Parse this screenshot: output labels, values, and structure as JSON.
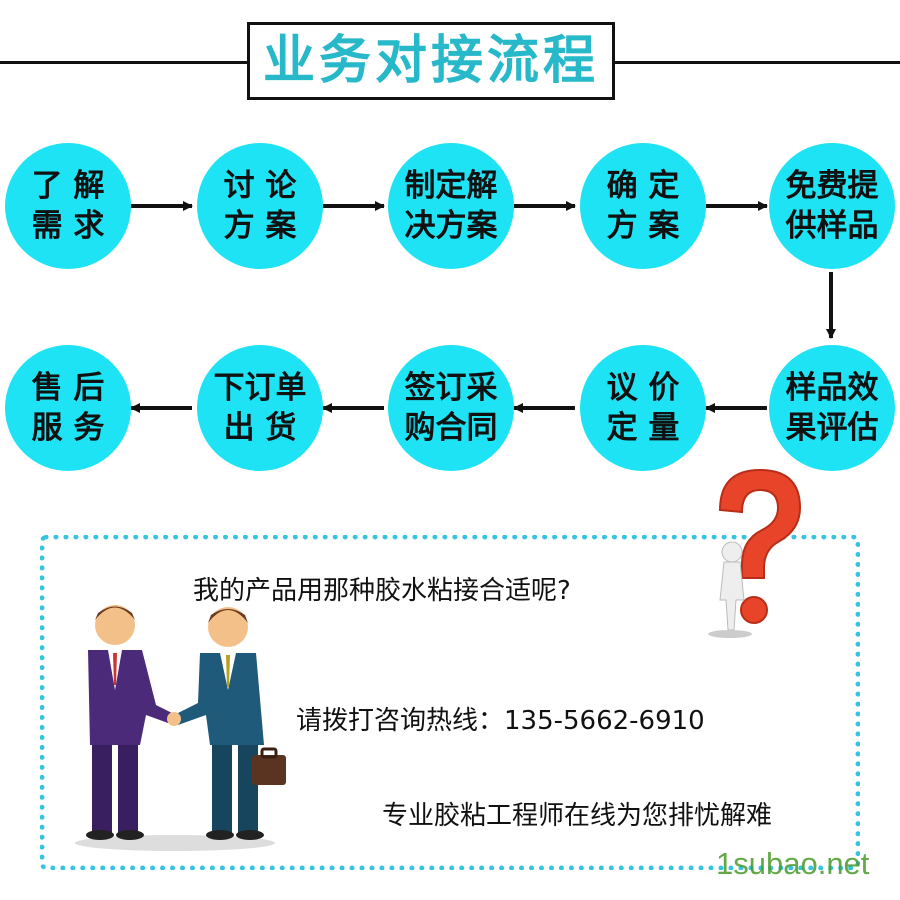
{
  "title": "业务对接流程",
  "flow": {
    "row1": [
      {
        "id": "understand",
        "label": "了 解\n需 求"
      },
      {
        "id": "discuss",
        "label": "讨 论\n方 案"
      },
      {
        "id": "plan",
        "label": "制定解\n决方案"
      },
      {
        "id": "confirm",
        "label": "确 定\n方 案"
      },
      {
        "id": "sample",
        "label": "免费提\n供样品"
      }
    ],
    "row2": [
      {
        "id": "evaluate",
        "label": "样品效\n果评估"
      },
      {
        "id": "price",
        "label": "议 价\n定 量"
      },
      {
        "id": "contract",
        "label": "签订采\n购合同"
      },
      {
        "id": "order",
        "label": "下订单\n出 货"
      },
      {
        "id": "after-sales",
        "label": "售 后\n服 务"
      }
    ]
  },
  "info": {
    "question": "我的产品用那种胶水粘接合适呢?",
    "hotline": "请拨打咨询热线：135-5662-6910",
    "service": "专业胶粘工程师在线为您排忧解难"
  },
  "watermark": "1subao.net",
  "colors": {
    "title": "#27b8c9",
    "node_fill": "#1ee3f5",
    "dotted_border": "#33c4e0",
    "question_mark": "#e8442a"
  },
  "icons": [
    "handshake-people-illustration",
    "question-mark-figure-illustration"
  ]
}
